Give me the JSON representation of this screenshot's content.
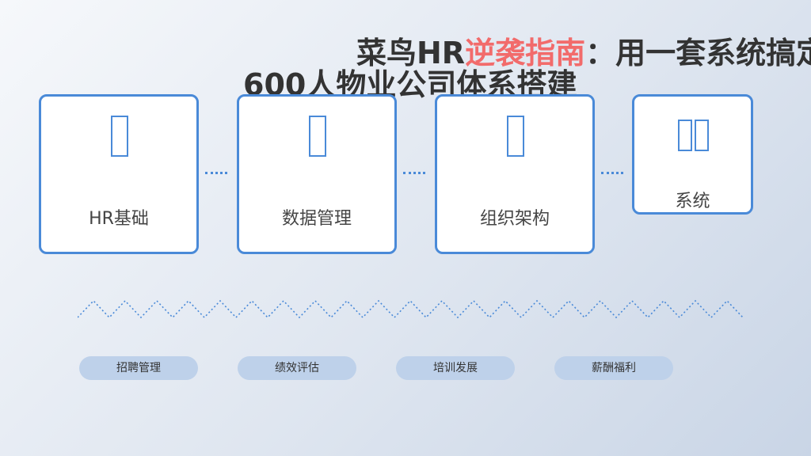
{
  "title": {
    "line1_prefix": "菜鸟HR",
    "line1_accent": "逆袭指南",
    "line1_suffix": "：用一套系统搞定",
    "line2": "600人物业公司体系搭建"
  },
  "cards": [
    {
      "label": "HR基础"
    },
    {
      "label": "数据管理"
    },
    {
      "label": "组织架构"
    },
    {
      "label": "系统"
    }
  ],
  "pills": [
    {
      "label": "招聘管理"
    },
    {
      "label": "绩效评估"
    },
    {
      "label": "培训发展"
    },
    {
      "label": "薪酬福利"
    }
  ],
  "colors": {
    "accent": "#4a8ad8",
    "title_highlight": "#f26b6b",
    "title_text": "#333333",
    "pill_bg": "#bed1ea"
  }
}
